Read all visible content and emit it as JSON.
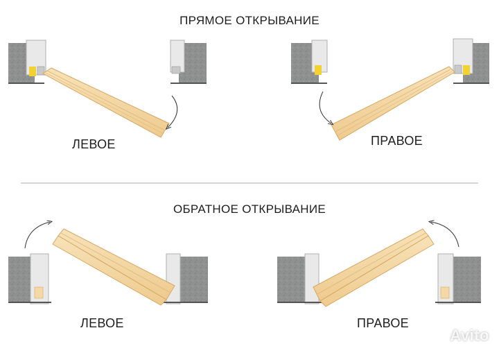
{
  "sections": {
    "direct": {
      "title": "ПРЯМОЕ ОТКРЫВАНИЕ",
      "left_label": "ЛЕВОЕ",
      "right_label": "ПРАВОЕ"
    },
    "reverse": {
      "title": "ОБРАТНОЕ  ОТКРЫВАНИЕ",
      "left_label": "ЛЕВОЕ",
      "right_label": "ПРАВОЕ"
    }
  },
  "watermark": "Avito",
  "colors": {
    "wall": "#8e918f",
    "frame": "#d8d8d8",
    "wood": "#f4d9a8",
    "wood_line": "#d9a560",
    "seal": "#f2d233",
    "text": "#1d1d1d"
  }
}
